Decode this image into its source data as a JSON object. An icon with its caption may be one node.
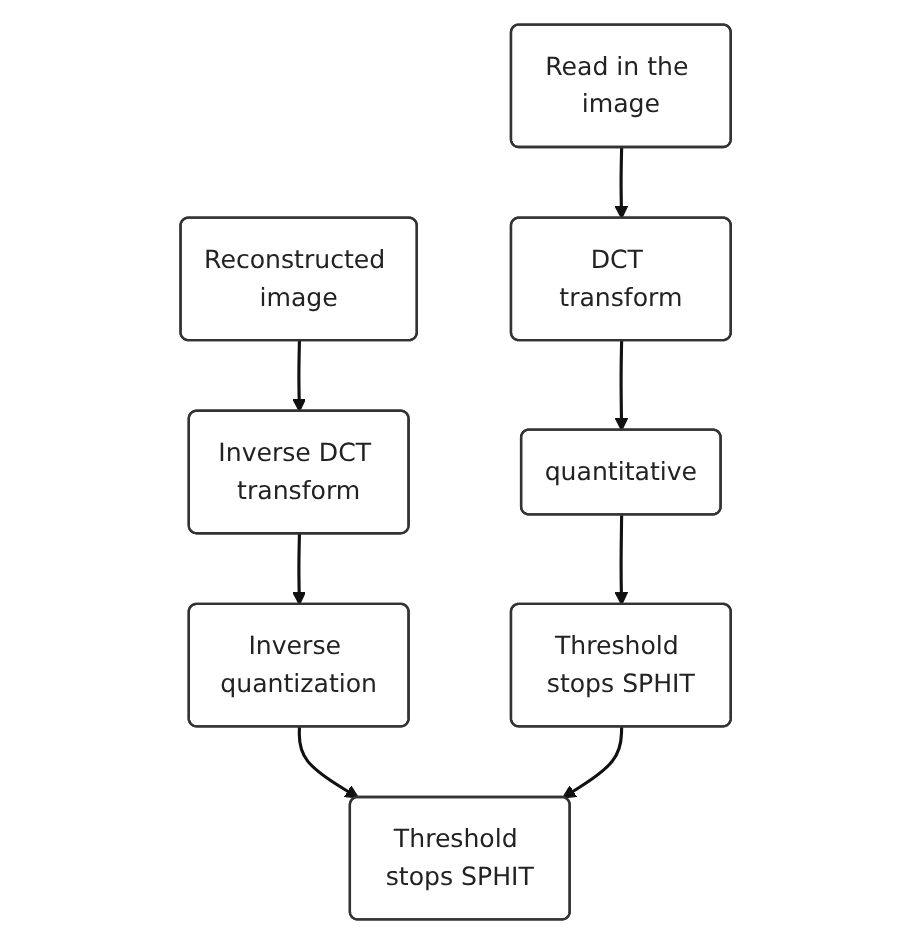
{
  "diagram": {
    "nodes": [
      {
        "text": [
          "Read in the image"
        ]
      },
      {
        "text": [
          "DCT transform"
        ]
      },
      {
        "text": [
          "quantitative"
        ]
      },
      {
        "text": [
          "Threshold stops SPHIT"
        ]
      },
      {
        "text": [
          "Reconstructed image"
        ]
      },
      {
        "text": [
          "Inverse DCT transform"
        ]
      },
      {
        "text": [
          "Inverse quantization"
        ]
      },
      {
        "text": [
          "Threshold stops SPHIT"
        ]
      }
    ],
    "edges": [
      {
        "from": 0,
        "to": 1,
        "arrow": "to"
      },
      {
        "from": 1,
        "to": 2,
        "arrow": "to"
      },
      {
        "from": 2,
        "to": 3,
        "arrow": "to"
      },
      {
        "from": 4,
        "to": 5,
        "arrow": "to"
      },
      {
        "from": 5,
        "to": 6,
        "arrow": "to"
      },
      {
        "from": 6,
        "to": 7,
        "arrow": "to"
      },
      {
        "from": 3,
        "to": 7,
        "arrow": "to"
      }
    ]
  }
}
